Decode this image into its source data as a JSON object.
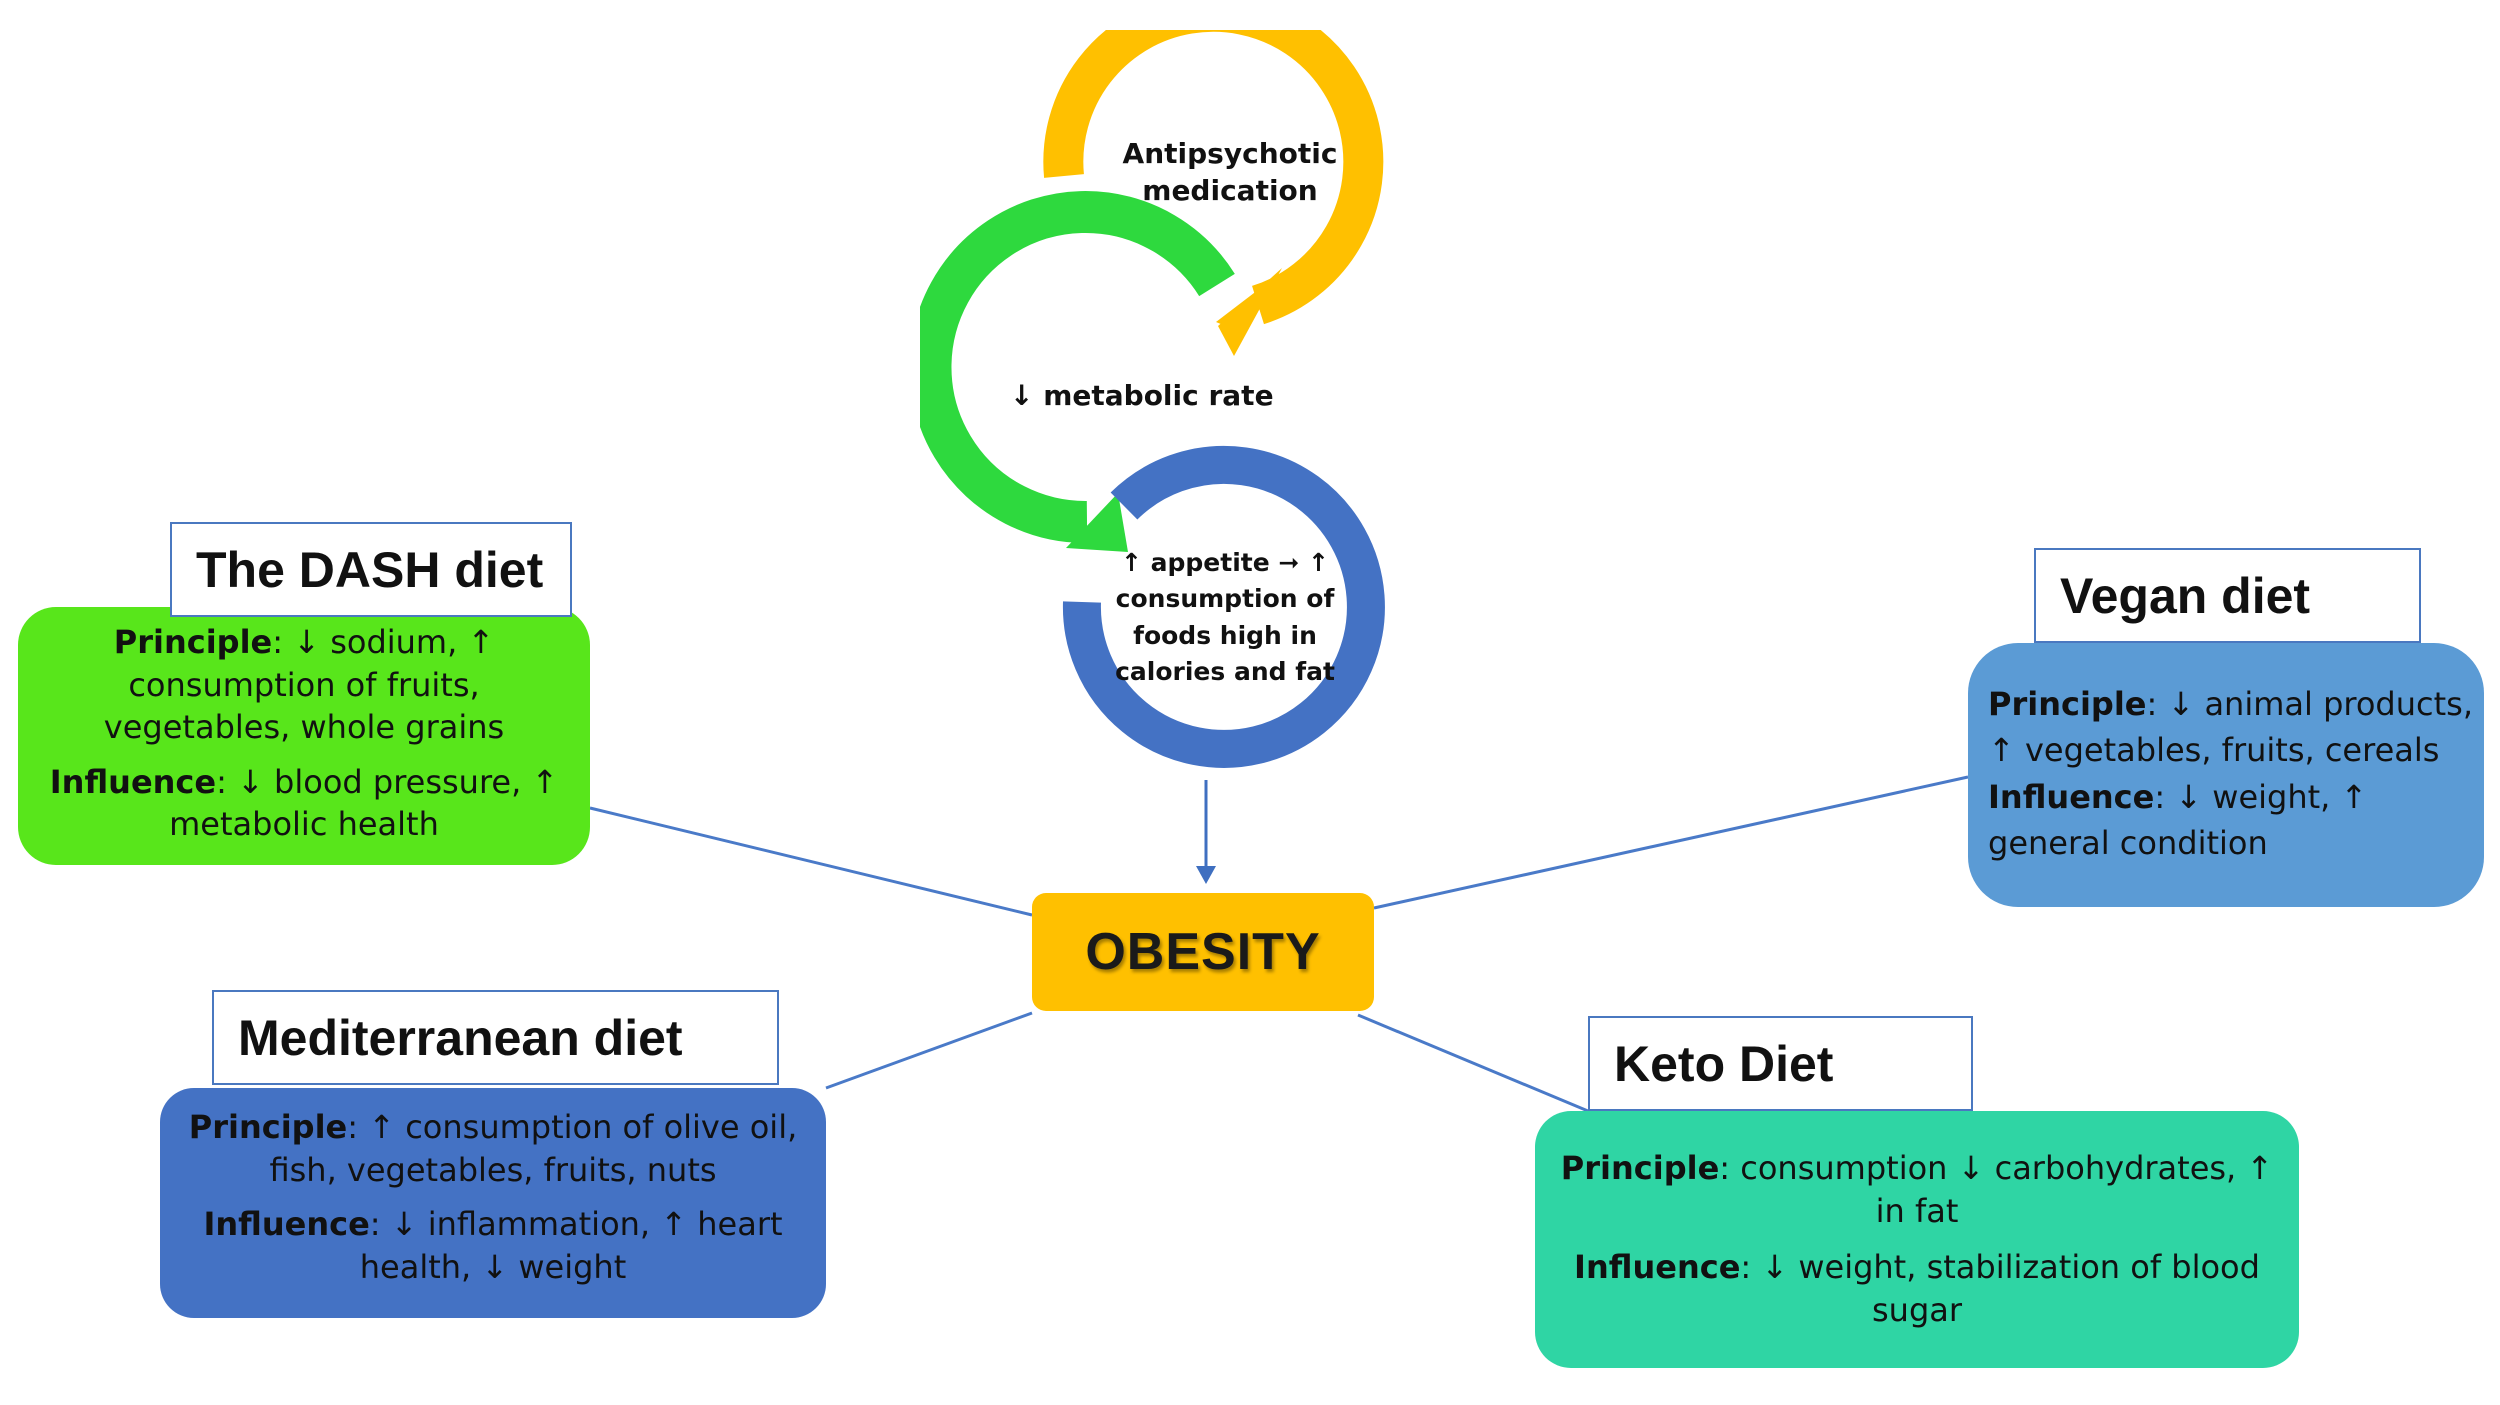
{
  "cycle": {
    "antipsychotic": [
      "Antipsychotic",
      "medication"
    ],
    "metabolic": "↓ metabolic rate",
    "appetite": [
      "↑ appetite ➞ ↑",
      "consumption of",
      "foods high in",
      "calories and fat"
    ],
    "colors": {
      "antipsychotic": "#ffc000",
      "metabolic": "#2ed93e",
      "appetite": "#4472c4"
    }
  },
  "center": {
    "label": "OBESITY",
    "color": "#ffc000"
  },
  "diets": {
    "dash": {
      "title": "The DASH diet",
      "principle_label": "Principle",
      "principle_text": ": ↓ sodium, ↑ consumption of fruits, vegetables, whole grains",
      "influence_label": "Influence",
      "influence_text": ": ↓ blood pressure, ↑ metabolic health",
      "color": "#58e61b"
    },
    "mediterranean": {
      "title": "Mediterranean diet",
      "principle_label": "Principle",
      "principle_text": ": ↑ consumption of olive oil, fish, vegetables, fruits, nuts",
      "influence_label": "Influence",
      "influence_text": ": ↓ inflammation, ↑ heart health, ↓ weight",
      "color": "#4472c4"
    },
    "vegan": {
      "title": "Vegan diet",
      "principle_label": "Principle",
      "principle_text": ": ↓ animal products, ↑ vegetables, fruits, cereals",
      "influence_label": "Influence",
      "influence_text": ": ↓ weight, ↑ general condition",
      "color": "#5b9bd5"
    },
    "keto": {
      "title": "Keto Diet",
      "principle_label": "Principle",
      "principle_text": ": consumption ↓ carbohydrates, ↑ in fat",
      "influence_label": "Influence",
      "influence_text": ": ↓ weight, stabilization of blood sugar",
      "color": "#2fd5a4"
    }
  }
}
